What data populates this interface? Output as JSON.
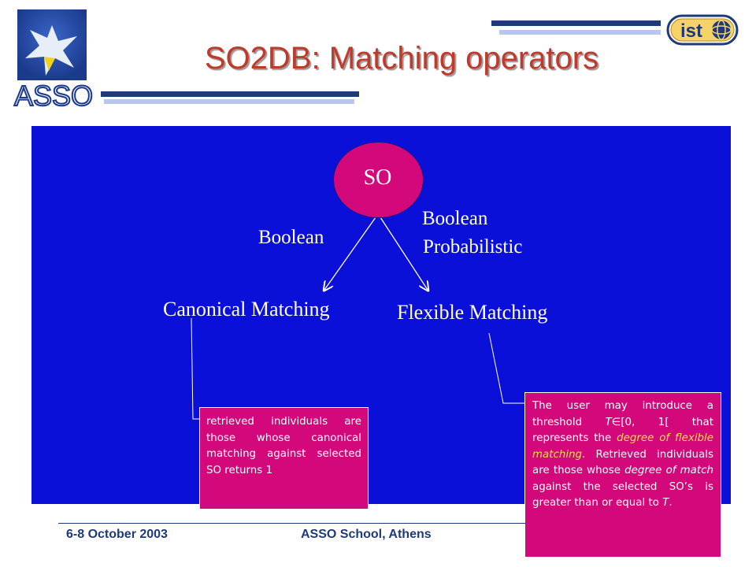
{
  "slide": {
    "title": "SO2DB: Matching operators"
  },
  "logos": {
    "asso_text": "ASSO",
    "ist_text": "ist"
  },
  "diagram": {
    "center_node": "SO",
    "left_edge_label": "Boolean",
    "right_edge_label_1": "Boolean",
    "right_edge_label_2": "Probabilistic",
    "left_target": "Canonical Matching",
    "right_target": "Flexible Matching"
  },
  "callouts": {
    "canonical": "retrieved individuals are those whose canonical matching against selected SO returns 1",
    "flexible": {
      "part1": "The user may introduce a threshold ",
      "t1": "T",
      "part2": "∈[0, 1[ that represents the ",
      "degree_of_flexible_matching": "degree of flexible matching",
      "part3": ". Retrieved individuals are those whose ",
      "degree_of_match": "degree of match",
      "part4": " against the selected SO’s is greater than or equal to ",
      "t2": "T",
      "part5": "."
    }
  },
  "footer": {
    "date": "6-8 October 2003",
    "event": "ASSO School, Athens"
  },
  "colors": {
    "panel_blue": "#0a10d8",
    "accent_magenta": "#d3087a",
    "title_red": "#c0392b",
    "footer_navy": "#1e3a78",
    "highlight_yellow": "#ffe14a"
  }
}
